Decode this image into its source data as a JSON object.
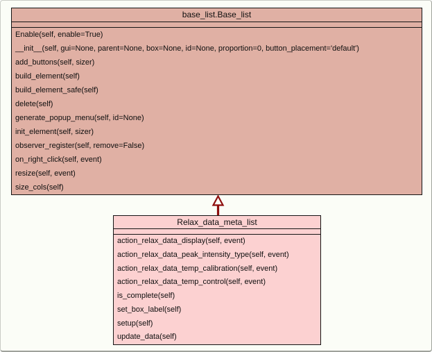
{
  "diagram": {
    "type": "uml-class-diagram",
    "colors": {
      "page_background": "#fbfdf7",
      "base_class_fill": "#e0b0a4",
      "derived_class_fill": "#fcd1d1",
      "box_border": "#141414",
      "arrow": "#8e0f0f"
    },
    "relationship": {
      "kind": "inheritance",
      "from": "Relax_data_meta_list",
      "to": "base_list.Base_list"
    },
    "classes": [
      {
        "name": "base_list.Base_list",
        "methods": [
          "Enable(self, enable=True)",
          "__init__(self, gui=None, parent=None, box=None, id=None, proportion=0, button_placement='default')",
          "add_buttons(self, sizer)",
          "build_element(self)",
          "build_element_safe(self)",
          "delete(self)",
          "generate_popup_menu(self, id=None)",
          "init_element(self, sizer)",
          "observer_register(self, remove=False)",
          "on_right_click(self, event)",
          "resize(self, event)",
          "size_cols(self)"
        ]
      },
      {
        "name": "Relax_data_meta_list",
        "methods": [
          "action_relax_data_display(self, event)",
          "action_relax_data_peak_intensity_type(self, event)",
          "action_relax_data_temp_calibration(self, event)",
          "action_relax_data_temp_control(self, event)",
          "is_complete(self)",
          "set_box_label(self)",
          "setup(self)",
          "update_data(self)"
        ]
      }
    ]
  }
}
